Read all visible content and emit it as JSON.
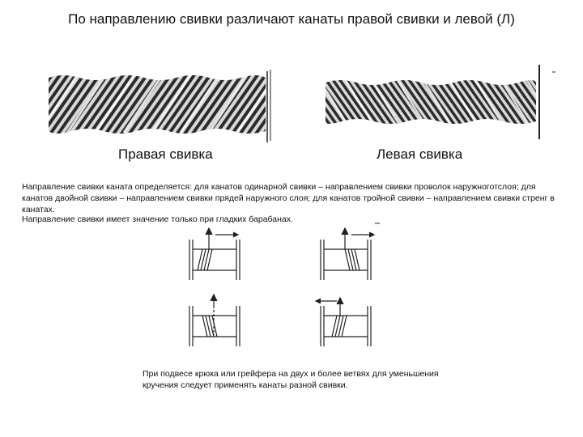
{
  "title": "По направлению свивки различают канаты правой свивки и левой (Л)",
  "captions": {
    "right_lay": "Правая свивка",
    "left_lay": "Левая свивка"
  },
  "paragraphs": {
    "lay_definition": "Направление свивки каната определяется: для канатов одинарной свивки – направлением свивки проволок наружноготслоя; для канатов двойной свивки – направлением свивки прядей наружного слоя; для канатов тройной свивки – направлением свивки стренг в канатах.",
    "smooth_drums": "Направление свивки имеет значение только при гладких барабанах.",
    "hook_suspension": "При подвесе крюка или грейфера на двух и более ветвях для уменьшения кручения следует применять канаты разной свивки."
  },
  "colors": {
    "rope_dark": "#2b2b2b",
    "rope_light": "#d9d9d9",
    "line": "#222222"
  },
  "icons": [
    "rope-right-lay-illustration",
    "rope-left-lay-illustration",
    "drum-winding-diagram"
  ]
}
